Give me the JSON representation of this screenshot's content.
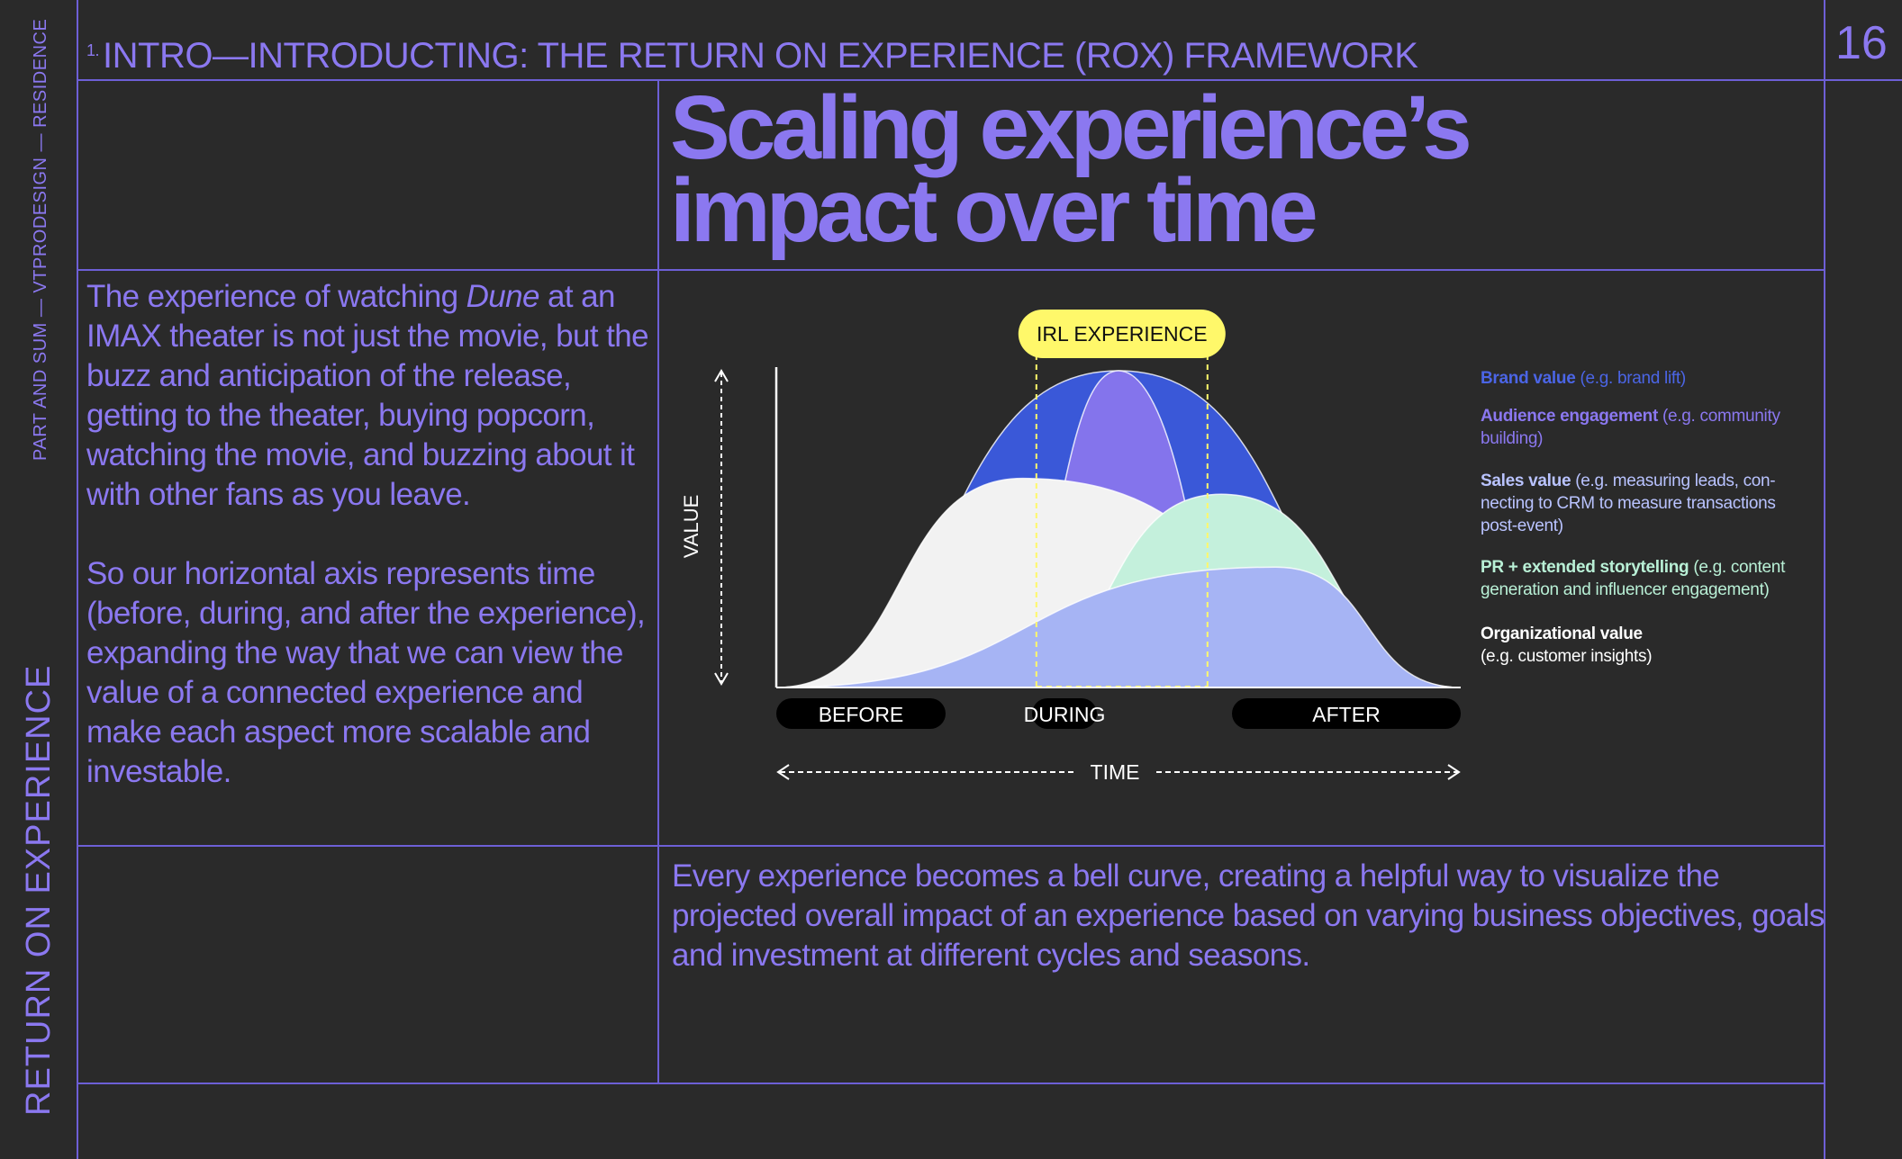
{
  "side": {
    "small": "PART AND SUM — VTPRODESIGN — RESIDENCE",
    "big": "RETURN ON EXPERIENCE"
  },
  "header": {
    "section_number": "1.",
    "section_title": "INTRO—INTRODUCTING: THE RETURN ON EXPERIENCE (ROX) FRAMEWORK",
    "page_number": "16"
  },
  "headline": {
    "line1": "Scaling experience’s",
    "line2": "impact over time"
  },
  "body": {
    "para1_pre": "The experience of watching ",
    "para1_em": "Dune",
    "para1_post": " at an IMAX theater is not just the movie, but the buzz and anticipation of the release, getting to the theater, buying popcorn, watching the movie, and buzzing about it with other fans as you leave.",
    "para2": "So our horizontal axis represents time (before, during, and after the experience), expanding the way that we can view the value of a connected experience and make each aspect more scalable and investable."
  },
  "caption": "Every experience becomes a bell curve, creating a helpful way to visualize the projected overall impact of an experience based on varying business objectives, goals and investment at different cycles and seasons.",
  "chart_data": {
    "type": "area",
    "ylabel": "VALUE",
    "xlabel": "TIME",
    "highlight_label": "IRL EXPERIENCE",
    "highlight_range": [
      0.38,
      0.63
    ],
    "phases": [
      "BEFORE",
      "DURING",
      "AFTER"
    ],
    "x_range": [
      0,
      1
    ],
    "y_range": [
      0,
      1
    ],
    "grid": false,
    "legend_placement": "right",
    "series": [
      {
        "name": "Brand value",
        "detail": "(e.g. brand lift)",
        "color": "#3a58d8",
        "peak_x": 0.5,
        "peak_y": 1.0
      },
      {
        "name": "Audience engagement",
        "detail": "(e.g. community building)",
        "color": "#8474ec",
        "peak_x": 0.5,
        "peak_y": 1.0
      },
      {
        "name": "Sales value",
        "detail": "(e.g. measuring leads, con-necting to CRM to measure transactions post-event)",
        "color": "#a6b4f4",
        "peak_x": 0.73,
        "peak_y": 0.38
      },
      {
        "name": "PR + extended storytelling",
        "detail": "(e.g. content generation and influencer engagement)",
        "color": "#c4f0dc",
        "peak_x": 0.65,
        "peak_y": 0.61
      },
      {
        "name": "Organizational value",
        "detail": "(e.g. customer insights)",
        "color": "#f2f2f2",
        "peak_x": 0.36,
        "peak_y": 0.66
      }
    ]
  },
  "colors": {
    "background": "#2a2a2a",
    "accent": "#8b78f0",
    "rule": "#6d5fd6",
    "highlight": "#fff86a"
  }
}
